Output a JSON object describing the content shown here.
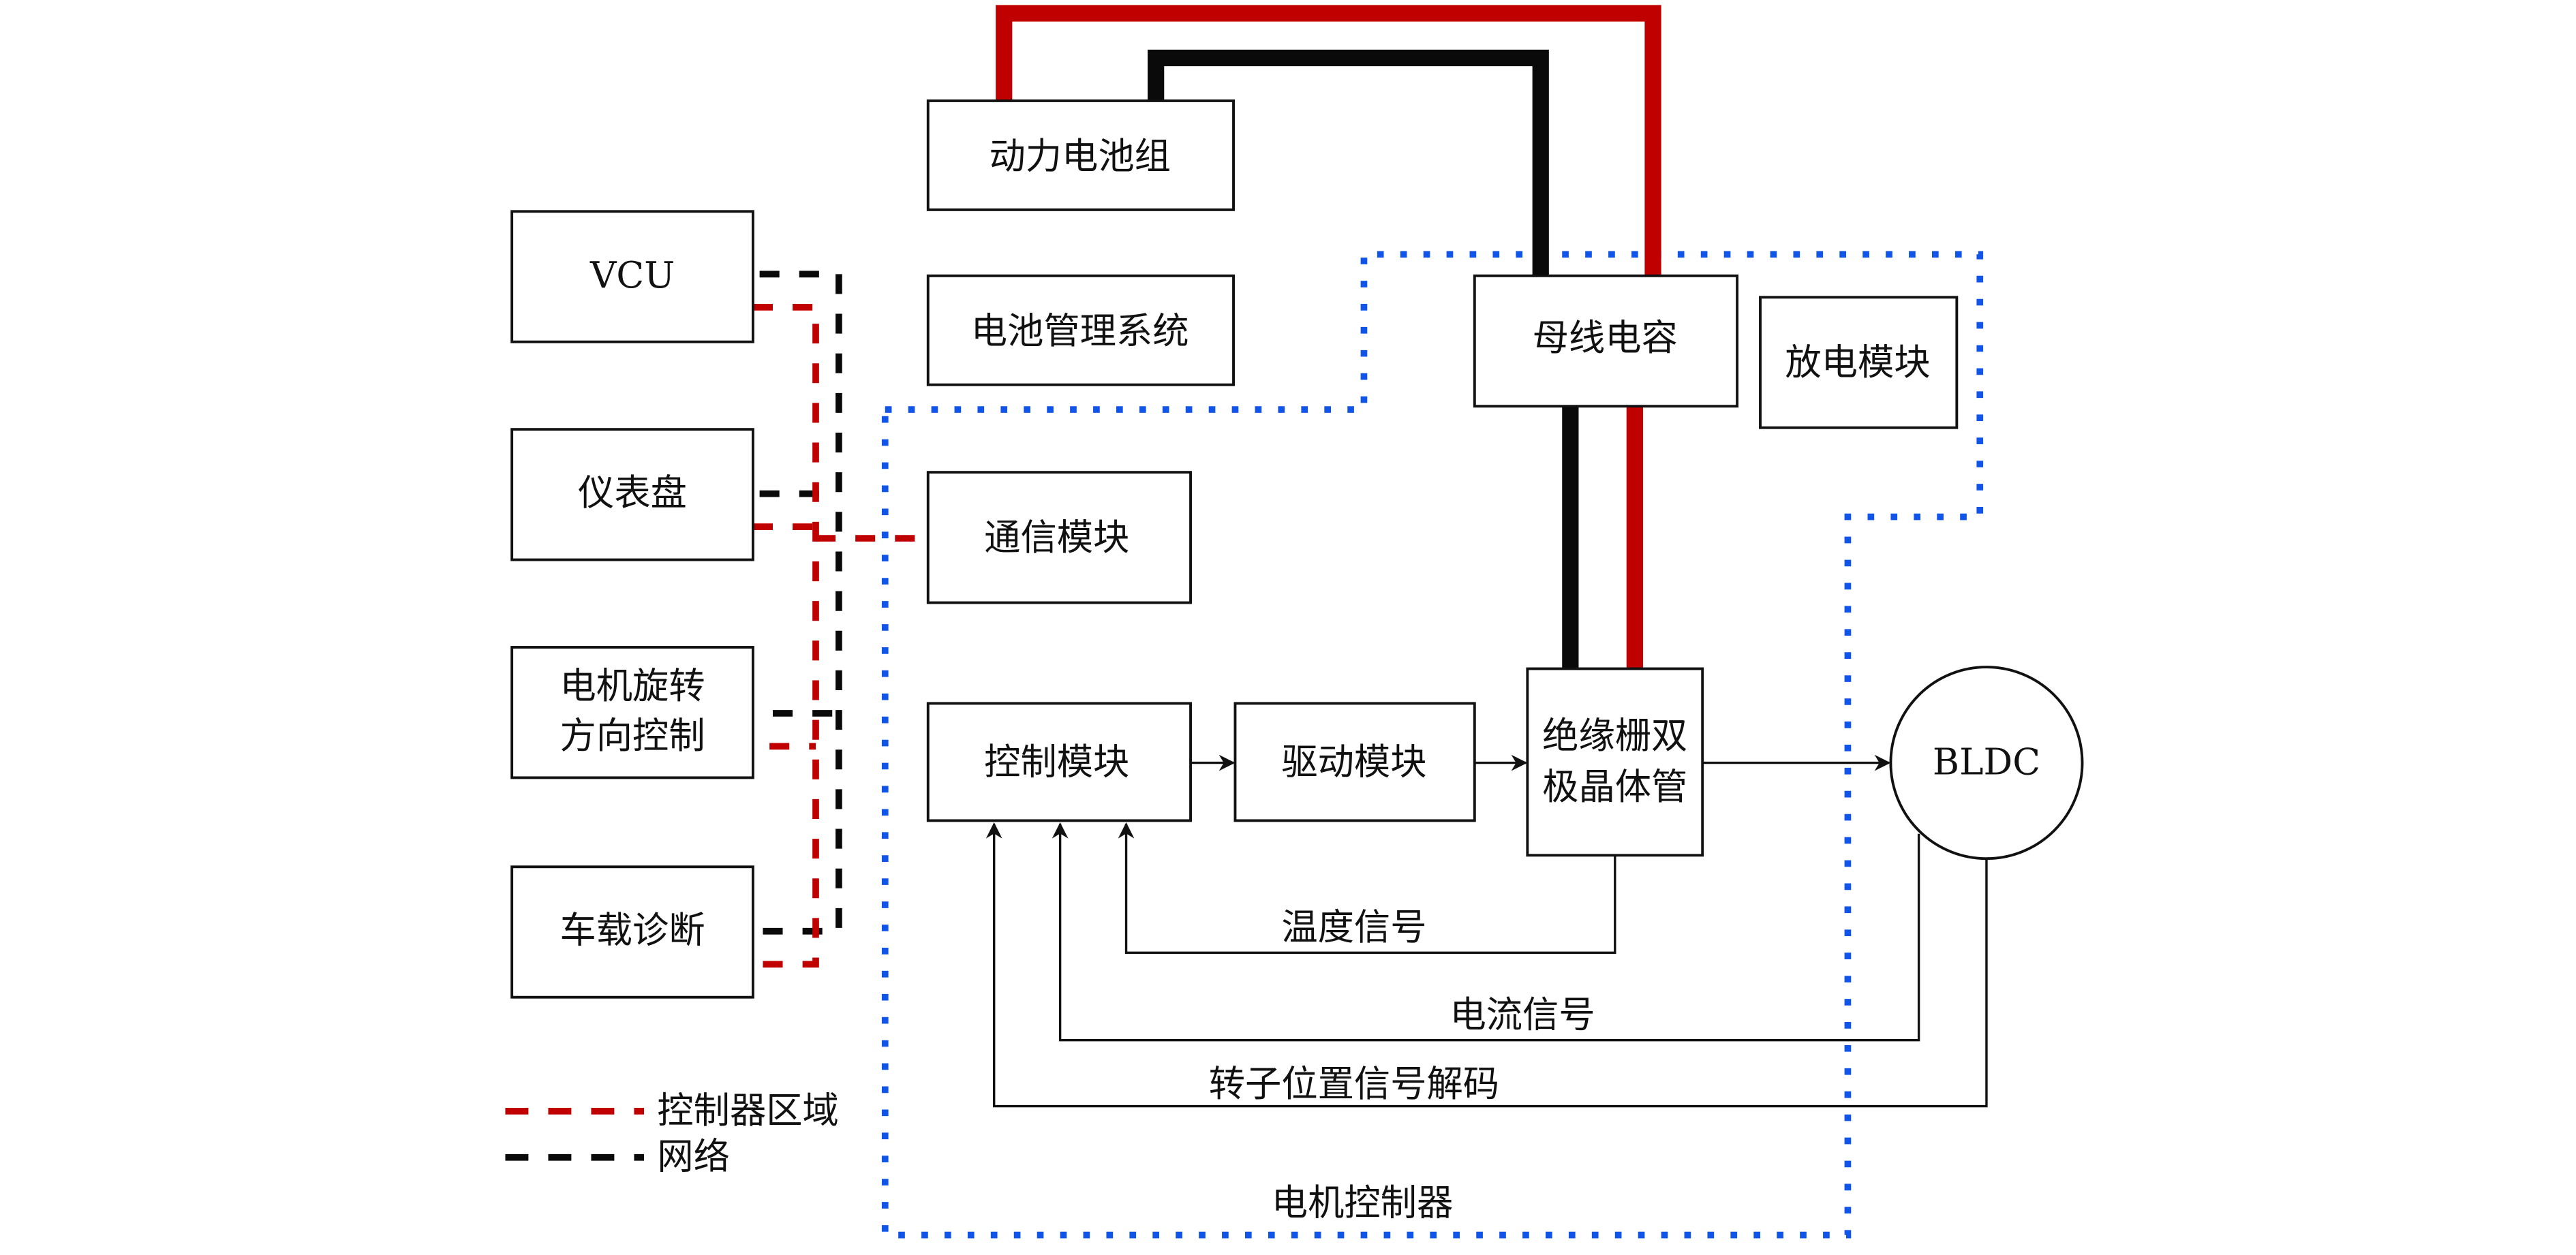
{
  "title": "电机控制器系统结构图",
  "colors": {
    "power_positive": "#c00000",
    "power_negative": "#0a0a0a",
    "controller_boundary": "#1155e8",
    "controller_area_line": "#c00000",
    "network_line": "#0a0a0a",
    "box_stroke": "#111111"
  },
  "external_modules": {
    "vcu": "VCU",
    "dashboard": "仪表盘",
    "motor_direction_line1": "电机旋转",
    "motor_direction_line2": "方向控制",
    "onboard_diagnostics": "车载诊断"
  },
  "power": {
    "battery_pack": "动力电池组",
    "bms": "电池管理系统"
  },
  "controller": {
    "boundary_label": "电机控制器",
    "comm_module": "通信模块",
    "bus_capacitor": "母线电容",
    "discharge_module": "放电模块",
    "control_module": "控制模块",
    "drive_module": "驱动模块",
    "igbt_line1": "绝缘栅双",
    "igbt_line2": "极晶体管"
  },
  "motor": {
    "label": "BLDC"
  },
  "signals": {
    "temperature": "温度信号",
    "current": "电流信号",
    "rotor_position": "转子位置信号解码"
  },
  "legend": [
    {
      "label": "控制器区域",
      "style": "red-dashed"
    },
    {
      "label": "网络",
      "style": "black-dashed"
    }
  ]
}
